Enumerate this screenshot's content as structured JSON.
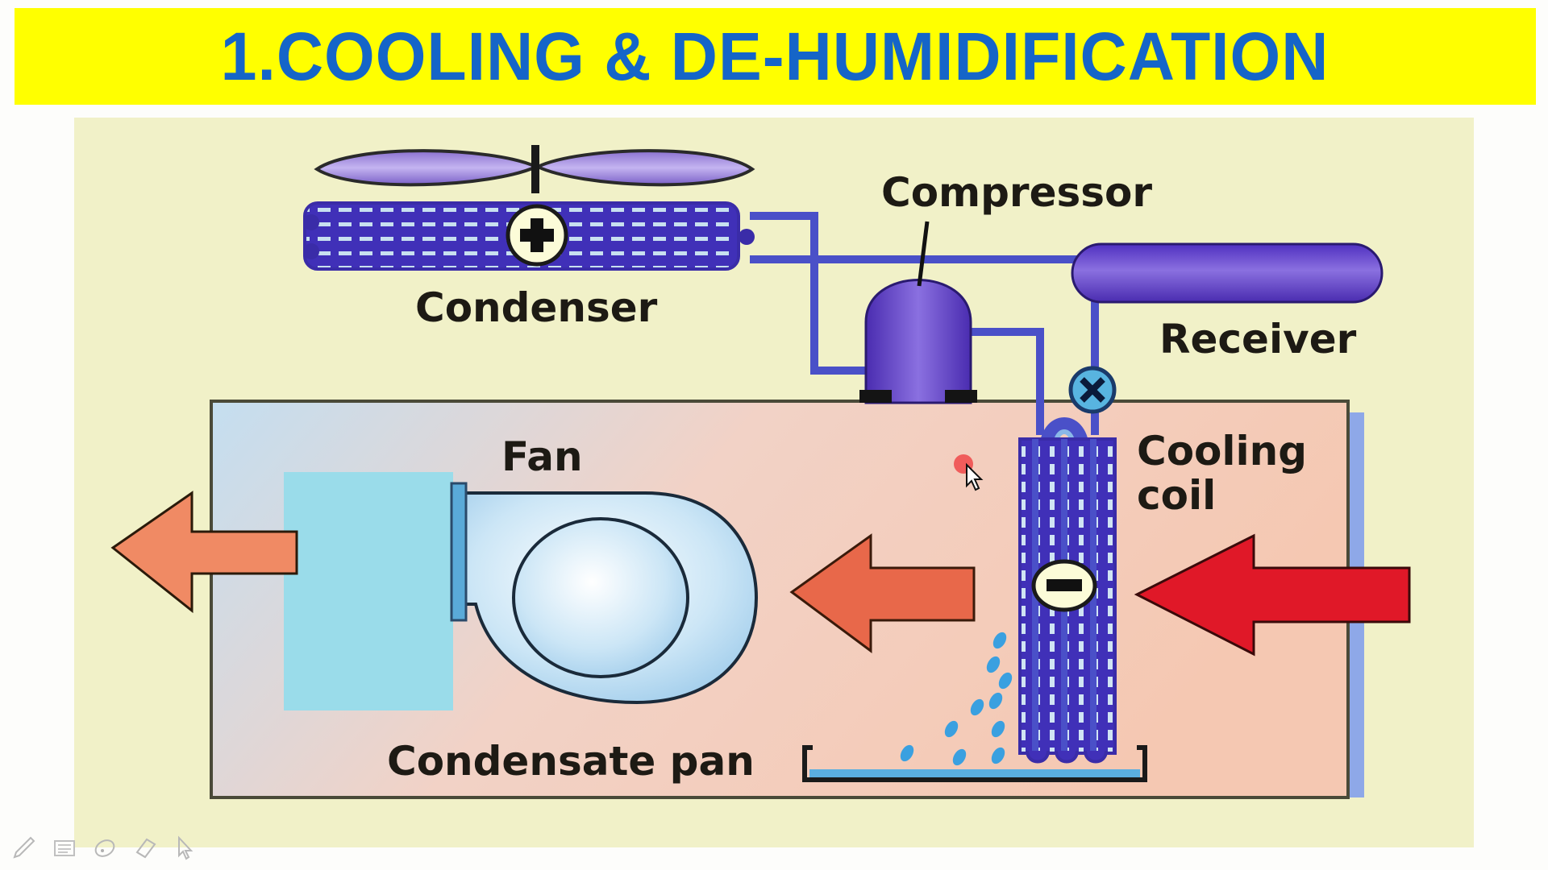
{
  "slide": {
    "title": "1.COOLING & DE-HUMIDIFICATION",
    "colors": {
      "banner_bg": "#ffff00",
      "title_text": "#1565c8",
      "panel_bg": "#f1f1c8",
      "refrigerant_pipe": "#4a50c8",
      "component_purple": "#6a48d0",
      "hot_air_arrow": "#e02030",
      "warm_air_arrow": "#e8684a",
      "cool_air_arrow": "#f08a64",
      "condensate": "#3aa0e0"
    }
  },
  "diagram": {
    "labels": {
      "condenser": "Condenser",
      "compressor": "Compressor",
      "receiver": "Receiver",
      "fan": "Fan",
      "cooling_coil_line1": "Cooling",
      "cooling_coil_line2": "coil",
      "condensate_pan": "Condensate pan"
    },
    "symbols": {
      "condenser_sign": "plus",
      "cooling_coil_sign": "minus",
      "expansion_valve": "x-valve"
    },
    "airflow": [
      "inlet-air-arrow",
      "post-coil-arrow",
      "outlet-air-arrow"
    ]
  },
  "toolbar": {
    "tools": [
      "pen-icon",
      "keyboard-icon",
      "mouse-icon",
      "eraser-icon",
      "pointer-icon"
    ]
  },
  "pointer": {
    "laser_dot_color": "#f05050"
  }
}
